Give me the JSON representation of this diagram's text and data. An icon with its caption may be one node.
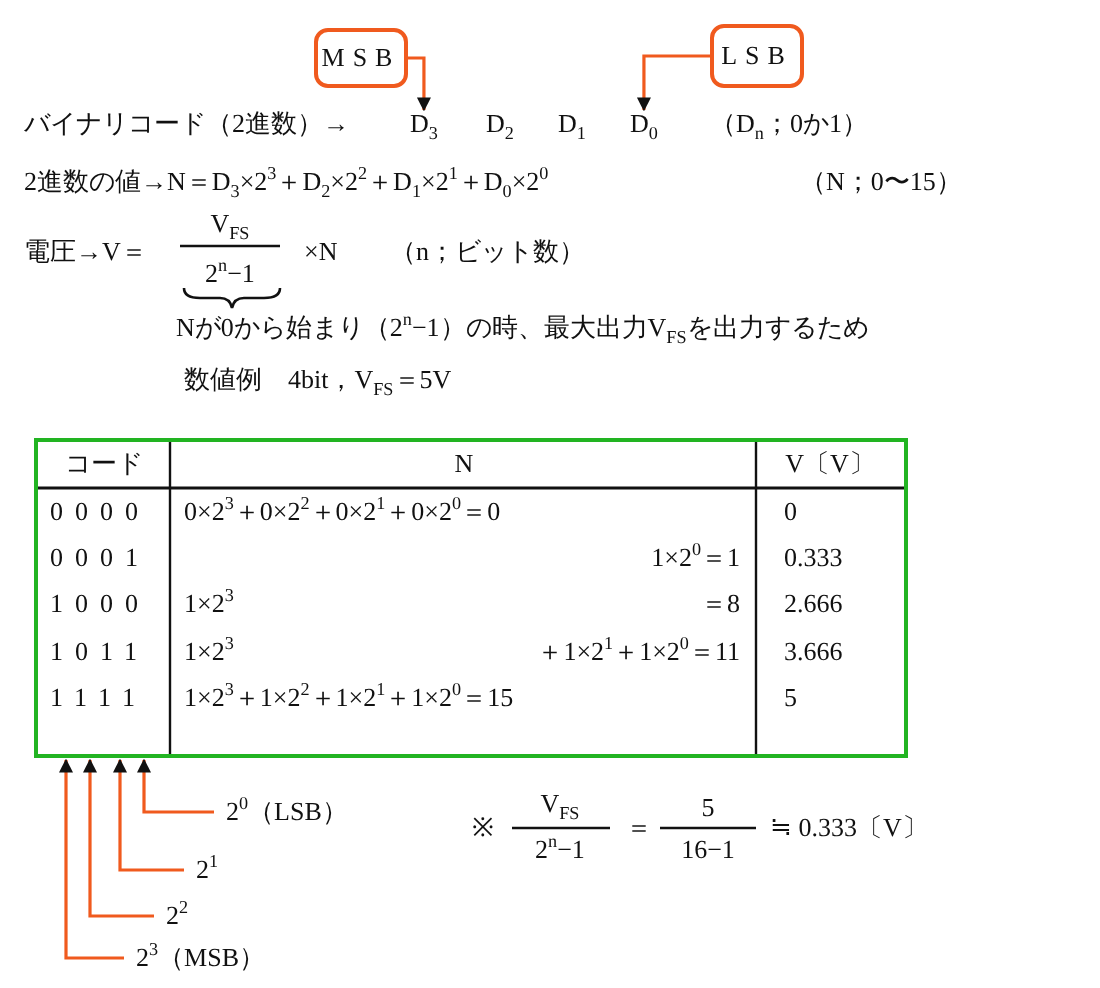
{
  "diagram": {
    "nodes": [
      {
        "text": [
          "MSB"
        ]
      },
      {
        "text": [
          "LSB"
        ]
      },
      {
        "text": [
          "D$_{3}$"
        ]
      },
      {
        "text": [
          "D$_{0}$"
        ]
      },
      {
        "text": [
          "2$^{0}$（LSB）"
        ]
      },
      {
        "text": [
          "2$^{1}$"
        ]
      },
      {
        "text": [
          "2$^{2}$"
        ]
      },
      {
        "text": [
          "2$^{3}$（MSB）"
        ]
      }
    ],
    "edges": [
      {
        "from": 0,
        "to": 2,
        "arrow": "to"
      },
      {
        "from": 1,
        "to": 3,
        "arrow": "to"
      },
      {
        "from": 4,
        "to": null,
        "arrow": "to"
      },
      {
        "from": 5,
        "to": null,
        "arrow": "to"
      },
      {
        "from": 6,
        "to": null,
        "arrow": "to"
      },
      {
        "from": 7,
        "to": null,
        "arrow": "to"
      }
    ],
    "labels": [
      "バイナリコード（2進数）→",
      "D$_{2}$",
      "D$_{1}$",
      "（D$_{n}$；0か1）",
      "2進数の値→N＝D$_{3}$×2$^{3}$＋D$_{2}$×2$^{2}$＋D$_{1}$×2$^{1}$＋D$_{0}$×2$^{0}$",
      "（N；0〜15）",
      "電圧→V＝",
      "V$_{FS}$",
      "2$^{n}$−1",
      "×N",
      "（n；ビット数）",
      "Nが0から始まり（2$^{n}$−1）の時、最大出力V$_{FS}$を出力するため",
      "数値例　4bit，V$_{FS}$＝5V",
      "コード",
      "N",
      "V〔V〕",
      "0000",
      "0×2$^{3}$＋0×2$^{2}$＋0×2$^{1}$＋0×2$^{0}$＝0",
      "0",
      "0001",
      "1×2$^{0}$＝1",
      "0.333",
      "1000",
      "1×2$^{3}$",
      "＝8",
      "2.666",
      "1011",
      "1×2$^{3}$",
      "＋1×2$^{1}$＋1×2$^{0}$＝11",
      "3.666",
      "1111",
      "1×2$^{3}$＋1×2$^{2}$＋1×2$^{1}$＋1×2$^{0}$＝15",
      "5",
      "※",
      "V$_{FS}$",
      "2$^{n}$−1",
      "＝",
      "5",
      "16−1",
      "≒ 0.333〔V〕"
    ]
  }
}
